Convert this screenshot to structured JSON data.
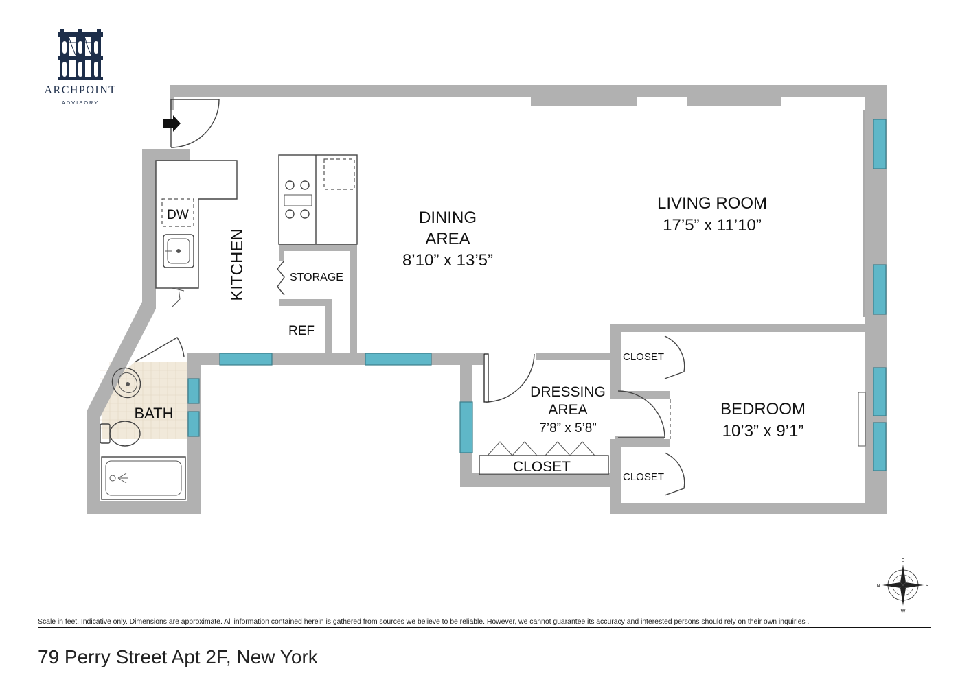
{
  "brand": {
    "name": "ARCHPOINT",
    "tagline": "ADVISORY",
    "color": "#1d2e4a"
  },
  "rooms": {
    "living": {
      "name": "LIVING ROOM",
      "dims": "17’5” x 11’10”"
    },
    "dining": {
      "name_line1": "DINING",
      "name_line2": "AREA",
      "dims": "8’10” x 13’5”"
    },
    "kitchen": {
      "name": "KITCHEN"
    },
    "storage": {
      "name": "STORAGE"
    },
    "ref": {
      "name": "REF"
    },
    "dw": {
      "name": "DW"
    },
    "bath": {
      "name": "BATH"
    },
    "dressing": {
      "name_line1": "DRESSING",
      "name_line2": "AREA",
      "dims": "7’8” x 5’8”"
    },
    "closet_main": {
      "name": "CLOSET"
    },
    "closet_upper": {
      "name": "CLOSET"
    },
    "closet_lower": {
      "name": "CLOSET"
    },
    "bedroom": {
      "name": "BEDROOM",
      "dims": "10’3” x 9’1”"
    }
  },
  "compass": {
    "n": "N",
    "e": "E",
    "s": "S",
    "w": "W"
  },
  "footer": {
    "disclaimer": "Scale in feet. Indicative only. Dimensions are approximate. All information contained herein is gathered from sources we believe to be reliable. However, we cannot guarantee its accuracy and interested persons should rely on their own  inquiries .",
    "address": "79 Perry Street Apt 2F, New York"
  },
  "colors": {
    "wall": "#b1b1b1",
    "window": "#5fb7c8",
    "bath_tile": "#f1e9da"
  },
  "icons": [
    "entry-arrow-icon",
    "compass-rose-icon",
    "bridge-logo-icon"
  ]
}
